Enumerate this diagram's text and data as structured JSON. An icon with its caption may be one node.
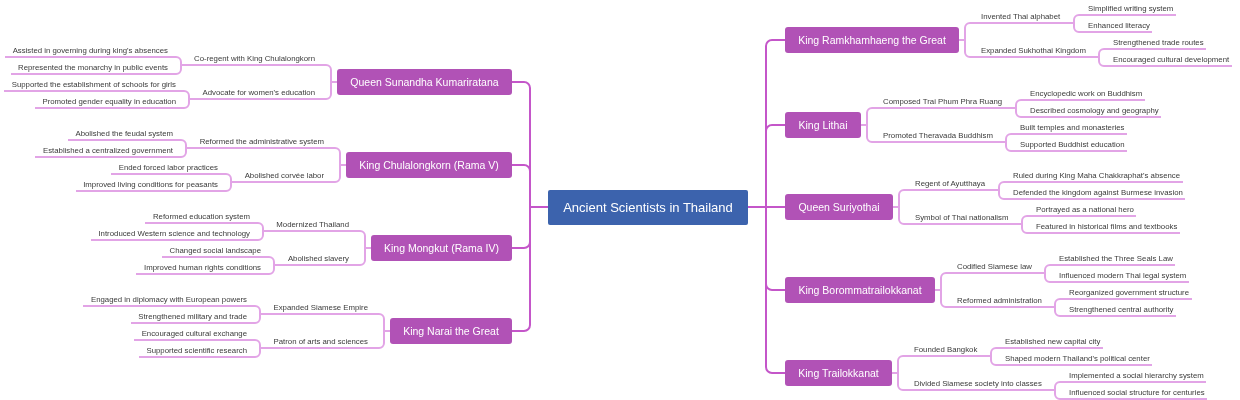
{
  "diagram": {
    "nodes": [
      {
        "text": [
          "Ancient Scientists in Thailand"
        ]
      },
      {
        "text": [
          "King Ramkhamhaeng the Great"
        ]
      },
      {
        "text": [
          "Invented Thai alphabet"
        ]
      },
      {
        "text": [
          "Simplified writing system"
        ]
      },
      {
        "text": [
          "Enhanced literacy"
        ]
      },
      {
        "text": [
          "Expanded Sukhothai Kingdom"
        ]
      },
      {
        "text": [
          "Strengthened trade routes"
        ]
      },
      {
        "text": [
          "Encouraged cultural development"
        ]
      },
      {
        "text": [
          "King Lithai"
        ]
      },
      {
        "text": [
          "Composed Trai Phum Phra Ruang"
        ]
      },
      {
        "text": [
          "Encyclopedic work on Buddhism"
        ]
      },
      {
        "text": [
          "Described cosmology and geography"
        ]
      },
      {
        "text": [
          "Promoted Theravada Buddhism"
        ]
      },
      {
        "text": [
          "Built temples and monasteries"
        ]
      },
      {
        "text": [
          "Supported Buddhist education"
        ]
      },
      {
        "text": [
          "Queen Suriyothai"
        ]
      },
      {
        "text": [
          "Regent of Ayutthaya"
        ]
      },
      {
        "text": [
          "Ruled during King Maha Chakkraphat's absence"
        ]
      },
      {
        "text": [
          "Defended the kingdom against Burmese invasion"
        ]
      },
      {
        "text": [
          "Symbol of Thai nationalism"
        ]
      },
      {
        "text": [
          "Portrayed as a national hero"
        ]
      },
      {
        "text": [
          "Featured in historical films and textbooks"
        ]
      },
      {
        "text": [
          "King Borommatrailokkanat"
        ]
      },
      {
        "text": [
          "Codified Siamese law"
        ]
      },
      {
        "text": [
          "Established the Three Seals Law"
        ]
      },
      {
        "text": [
          "Influenced modern Thai legal system"
        ]
      },
      {
        "text": [
          "Reformed administration"
        ]
      },
      {
        "text": [
          "Reorganized government structure"
        ]
      },
      {
        "text": [
          "Strengthened central authority"
        ]
      },
      {
        "text": [
          "King Trailokkanat"
        ]
      },
      {
        "text": [
          "Founded Bangkok"
        ]
      },
      {
        "text": [
          "Established new capital city"
        ]
      },
      {
        "text": [
          "Shaped modern Thailand's political center"
        ]
      },
      {
        "text": [
          "Divided Siamese society into classes"
        ]
      },
      {
        "text": [
          "Implemented a social hierarchy system"
        ]
      },
      {
        "text": [
          "Influenced social structure for centuries"
        ]
      },
      {
        "text": [
          "Queen Sunandha Kumariratana"
        ]
      },
      {
        "text": [
          "Co-regent with King Chulalongkorn"
        ]
      },
      {
        "text": [
          "Assisted in governing during king's absences"
        ]
      },
      {
        "text": [
          "Represented the monarchy in public events"
        ]
      },
      {
        "text": [
          "Advocate for women's education"
        ]
      },
      {
        "text": [
          "Supported the establishment of schools for girls"
        ]
      },
      {
        "text": [
          "Promoted gender equality in education"
        ]
      },
      {
        "text": [
          "King Chulalongkorn (Rama V)"
        ]
      },
      {
        "text": [
          "Reformed the administrative system"
        ]
      },
      {
        "text": [
          "Abolished the feudal system"
        ]
      },
      {
        "text": [
          "Established a centralized government"
        ]
      },
      {
        "text": [
          "Abolished corvée labor"
        ]
      },
      {
        "text": [
          "Ended forced labor practices"
        ]
      },
      {
        "text": [
          "Improved living conditions for peasants"
        ]
      },
      {
        "text": [
          "King Mongkut (Rama IV)"
        ]
      },
      {
        "text": [
          "Modernized Thailand"
        ]
      },
      {
        "text": [
          "Reformed education system"
        ]
      },
      {
        "text": [
          "Introduced Western science and technology"
        ]
      },
      {
        "text": [
          "Abolished slavery"
        ]
      },
      {
        "text": [
          "Changed social landscape"
        ]
      },
      {
        "text": [
          "Improved human rights conditions"
        ]
      },
      {
        "text": [
          "King Narai the Great"
        ]
      },
      {
        "text": [
          "Expanded Siamese Empire"
        ]
      },
      {
        "text": [
          "Engaged in diplomacy with European powers"
        ]
      },
      {
        "text": [
          "Strengthened military and trade"
        ]
      },
      {
        "text": [
          "Patron of arts and sciences"
        ]
      },
      {
        "text": [
          "Encouraged cultural exchange"
        ]
      },
      {
        "text": [
          "Supported scientific research"
        ]
      }
    ],
    "edges": [
      {
        "from": 0,
        "to": 1,
        "arrow": "none",
        "color": "#c456c9"
      },
      {
        "from": 0,
        "to": 8,
        "arrow": "none",
        "color": "#c456c9"
      },
      {
        "from": 0,
        "to": 15,
        "arrow": "none",
        "color": "#c456c9"
      },
      {
        "from": 0,
        "to": 22,
        "arrow": "none",
        "color": "#c456c9"
      },
      {
        "from": 0,
        "to": 29,
        "arrow": "none",
        "color": "#c456c9"
      },
      {
        "from": 0,
        "to": 36,
        "arrow": "none",
        "color": "#c456c9"
      },
      {
        "from": 0,
        "to": 43,
        "arrow": "none",
        "color": "#c456c9"
      },
      {
        "from": 0,
        "to": 50,
        "arrow": "none",
        "color": "#c456c9"
      },
      {
        "from": 0,
        "to": 57,
        "arrow": "none",
        "color": "#c456c9"
      },
      {
        "from": 1,
        "to": 2,
        "arrow": "none"
      },
      {
        "from": 2,
        "to": 3,
        "arrow": "none"
      },
      {
        "from": 2,
        "to": 4,
        "arrow": "none"
      },
      {
        "from": 1,
        "to": 5,
        "arrow": "none"
      },
      {
        "from": 5,
        "to": 6,
        "arrow": "none"
      },
      {
        "from": 5,
        "to": 7,
        "arrow": "none"
      },
      {
        "from": 8,
        "to": 9,
        "arrow": "none"
      },
      {
        "from": 9,
        "to": 10,
        "arrow": "none"
      },
      {
        "from": 9,
        "to": 11,
        "arrow": "none"
      },
      {
        "from": 8,
        "to": 12,
        "arrow": "none"
      },
      {
        "from": 12,
        "to": 13,
        "arrow": "none"
      },
      {
        "from": 12,
        "to": 14,
        "arrow": "none"
      },
      {
        "from": 15,
        "to": 16,
        "arrow": "none"
      },
      {
        "from": 16,
        "to": 17,
        "arrow": "none"
      },
      {
        "from": 16,
        "to": 18,
        "arrow": "none"
      },
      {
        "from": 15,
        "to": 19,
        "arrow": "none"
      },
      {
        "from": 19,
        "to": 20,
        "arrow": "none"
      },
      {
        "from": 19,
        "to": 21,
        "arrow": "none"
      },
      {
        "from": 22,
        "to": 23,
        "arrow": "none"
      },
      {
        "from": 23,
        "to": 24,
        "arrow": "none"
      },
      {
        "from": 23,
        "to": 25,
        "arrow": "none"
      },
      {
        "from": 22,
        "to": 26,
        "arrow": "none"
      },
      {
        "from": 26,
        "to": 27,
        "arrow": "none"
      },
      {
        "from": 26,
        "to": 28,
        "arrow": "none"
      },
      {
        "from": 29,
        "to": 30,
        "arrow": "none"
      },
      {
        "from": 30,
        "to": 31,
        "arrow": "none"
      },
      {
        "from": 30,
        "to": 32,
        "arrow": "none"
      },
      {
        "from": 29,
        "to": 33,
        "arrow": "none"
      },
      {
        "from": 33,
        "to": 34,
        "arrow": "none"
      },
      {
        "from": 33,
        "to": 35,
        "arrow": "none"
      },
      {
        "from": 36,
        "to": 37,
        "arrow": "none"
      },
      {
        "from": 37,
        "to": 38,
        "arrow": "none"
      },
      {
        "from": 37,
        "to": 39,
        "arrow": "none"
      },
      {
        "from": 36,
        "to": 40,
        "arrow": "none"
      },
      {
        "from": 40,
        "to": 41,
        "arrow": "none"
      },
      {
        "from": 40,
        "to": 42,
        "arrow": "none"
      },
      {
        "from": 43,
        "to": 44,
        "arrow": "none"
      },
      {
        "from": 44,
        "to": 45,
        "arrow": "none"
      },
      {
        "from": 44,
        "to": 46,
        "arrow": "none"
      },
      {
        "from": 43,
        "to": 47,
        "arrow": "none"
      },
      {
        "from": 47,
        "to": 48,
        "arrow": "none"
      },
      {
        "from": 47,
        "to": 49,
        "arrow": "none"
      },
      {
        "from": 50,
        "to": 51,
        "arrow": "none"
      },
      {
        "from": 51,
        "to": 52,
        "arrow": "none"
      },
      {
        "from": 51,
        "to": 53,
        "arrow": "none"
      },
      {
        "from": 50,
        "to": 54,
        "arrow": "none"
      },
      {
        "from": 54,
        "to": 55,
        "arrow": "none"
      },
      {
        "from": 54,
        "to": 56,
        "arrow": "none"
      },
      {
        "from": 57,
        "to": 58,
        "arrow": "none"
      },
      {
        "from": 58,
        "to": 59,
        "arrow": "none"
      },
      {
        "from": 58,
        "to": 60,
        "arrow": "none"
      },
      {
        "from": 57,
        "to": 61,
        "arrow": "none"
      },
      {
        "from": 61,
        "to": 62,
        "arrow": "none"
      },
      {
        "from": 61,
        "to": 63,
        "arrow": "none"
      }
    ]
  }
}
